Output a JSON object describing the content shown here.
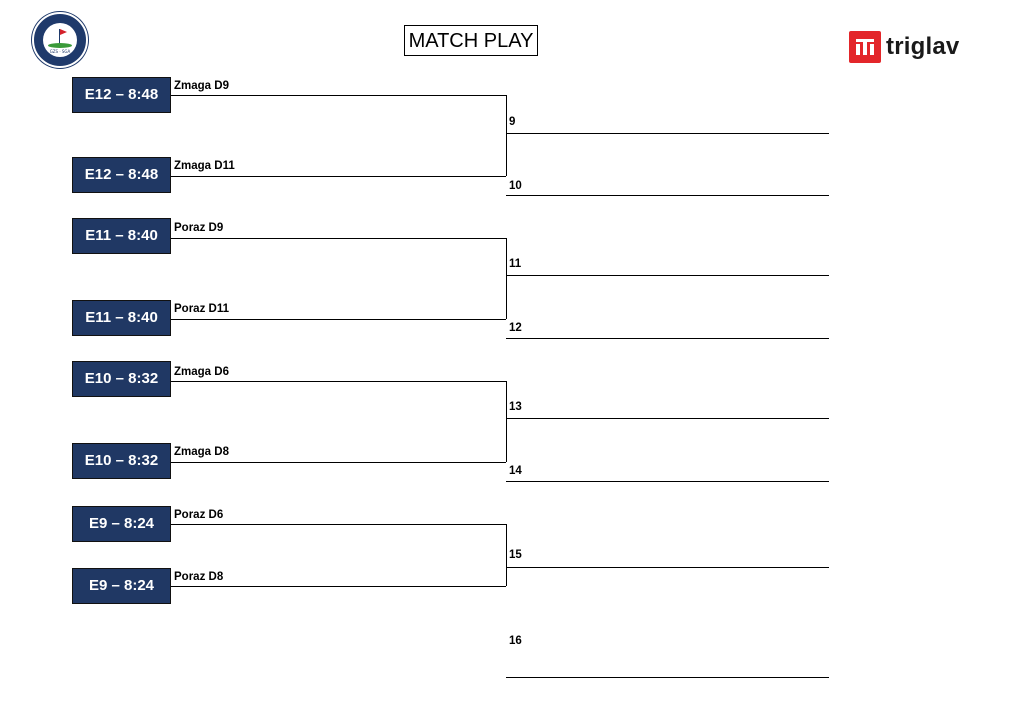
{
  "header": {
    "title": "MATCH PLAY",
    "brand": "triglav",
    "brand_color": "#e3262a",
    "association_logo_text": "GZS · SGA"
  },
  "tee_color": "#203864",
  "matches": [
    {
      "tee": "E12 – 8:48",
      "label": "Zmaga D9"
    },
    {
      "tee": "E12 – 8:48",
      "label": "Zmaga D11"
    },
    {
      "tee": "E11 – 8:40",
      "label": "Poraz D9"
    },
    {
      "tee": "E11 – 8:40",
      "label": "Poraz D11"
    },
    {
      "tee": "E10 – 8:32",
      "label": "Zmaga D6"
    },
    {
      "tee": "E10 – 8:32",
      "label": "Zmaga D8"
    },
    {
      "tee": "E9 – 8:24",
      "label": "Poraz D6"
    },
    {
      "tee": "E9 – 8:24",
      "label": "Poraz D8"
    }
  ],
  "places": [
    "9",
    "10",
    "11",
    "12",
    "13",
    "14",
    "15",
    "16"
  ]
}
